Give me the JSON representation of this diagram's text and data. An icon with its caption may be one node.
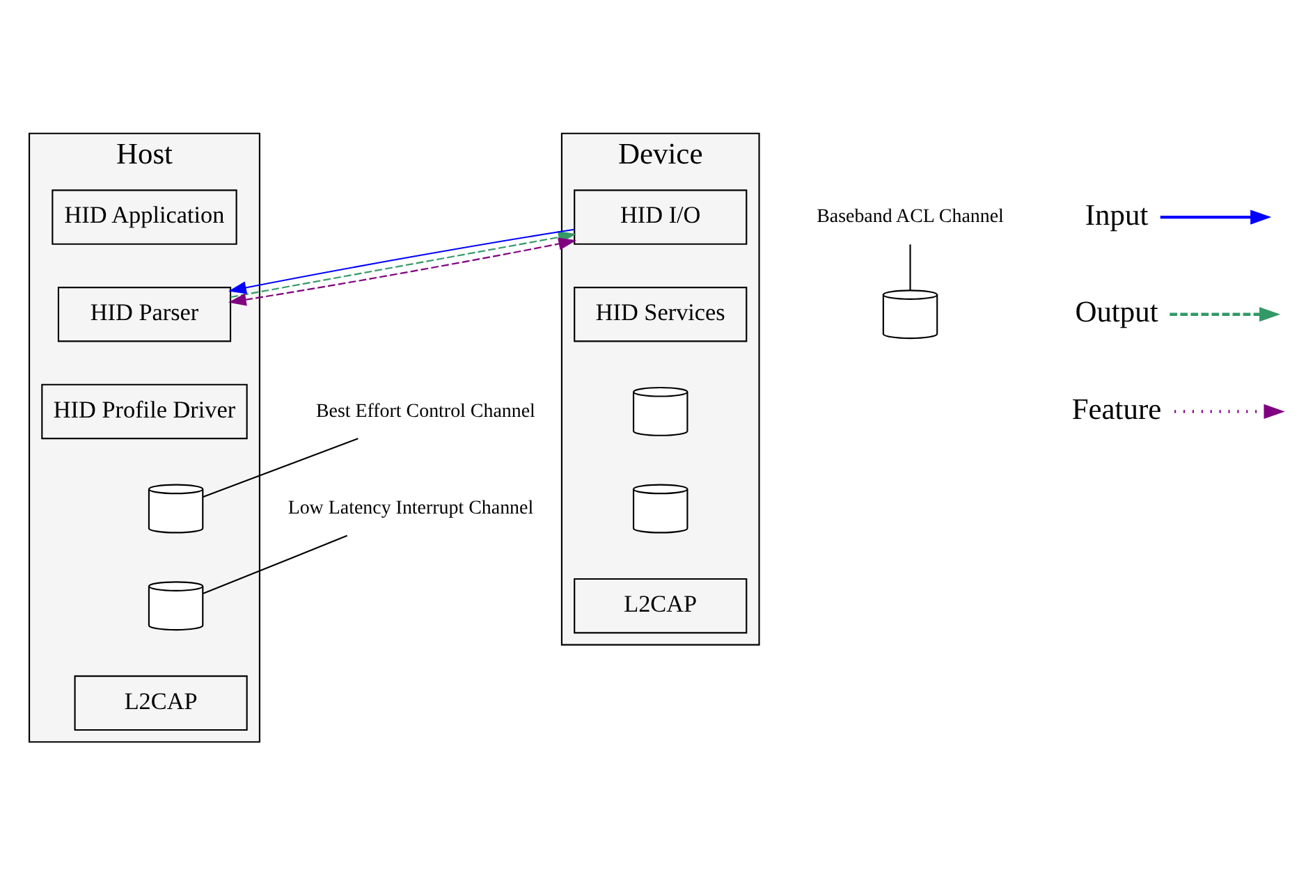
{
  "diagram": {
    "nodes": [
      {
        "text": [
          "Host"
        ]
      },
      {
        "text": [
          "HID Application"
        ],
        "in": 0
      },
      {
        "text": [
          "HID Parser"
        ],
        "in": 0
      },
      {
        "text": [
          "HID Profile Driver"
        ],
        "in": 0
      },
      {
        "text": [],
        "shape": "cylinder",
        "in": 0
      },
      {
        "text": [],
        "shape": "cylinder",
        "in": 0
      },
      {
        "text": [
          "L2CAP"
        ],
        "in": 0
      },
      {
        "text": [
          "Device"
        ]
      },
      {
        "text": [
          "HID I/O"
        ],
        "in": 7
      },
      {
        "text": [
          "HID Services"
        ],
        "in": 7
      },
      {
        "text": [],
        "shape": "cylinder",
        "in": 7
      },
      {
        "text": [],
        "shape": "cylinder",
        "in": 7
      },
      {
        "text": [
          "L2CAP"
        ],
        "in": 7
      },
      {
        "text": [],
        "shape": "cylinder"
      },
      {
        "text": [
          "Best Effort Control Channel"
        ]
      },
      {
        "text": [
          "Low Latency Interrupt Channel"
        ]
      },
      {
        "text": [
          "Baseband ACL Channel"
        ]
      }
    ],
    "edges": [
      {
        "from": 8,
        "to": 2,
        "arrow": "to",
        "color": "#0000ff"
      },
      {
        "from": 2,
        "to": 8,
        "arrow": "to",
        "style": "dashed",
        "color": "#339966"
      },
      {
        "from": 2,
        "to": 8,
        "arrow": "both",
        "style": "dashed",
        "color": "#800080"
      },
      {
        "from": 14,
        "to": 4,
        "arrow": "none"
      },
      {
        "from": 15,
        "to": 5,
        "arrow": "none"
      },
      {
        "from": 16,
        "to": 13,
        "arrow": "none"
      }
    ],
    "legend": [
      {
        "text": "Input"
      },
      {
        "text": "Output"
      },
      {
        "text": "Feature"
      }
    ]
  }
}
